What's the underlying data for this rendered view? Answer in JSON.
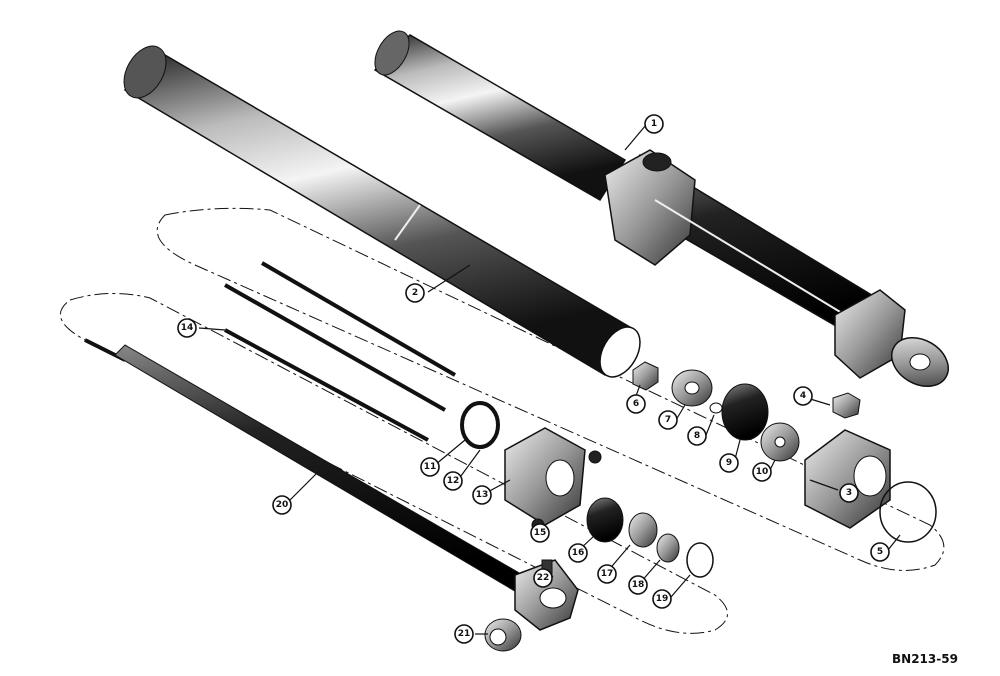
{
  "figure_ref": "BN213-59",
  "callouts": [
    {
      "id": "c1",
      "text": "1"
    },
    {
      "id": "c2",
      "text": "2"
    },
    {
      "id": "c3",
      "text": "3"
    },
    {
      "id": "c4",
      "text": "4"
    },
    {
      "id": "c5",
      "text": "5"
    },
    {
      "id": "c6",
      "text": "6"
    },
    {
      "id": "c7",
      "text": "7"
    },
    {
      "id": "c8",
      "text": "8"
    },
    {
      "id": "c9",
      "text": "9"
    },
    {
      "id": "c10",
      "text": "10"
    },
    {
      "id": "c11",
      "text": "11"
    },
    {
      "id": "c12",
      "text": "12"
    },
    {
      "id": "c13",
      "text": "13"
    },
    {
      "id": "c14",
      "text": "14"
    },
    {
      "id": "c15",
      "text": "15"
    },
    {
      "id": "c16",
      "text": "16"
    },
    {
      "id": "c17",
      "text": "17"
    },
    {
      "id": "c18",
      "text": "18"
    },
    {
      "id": "c19",
      "text": "19"
    },
    {
      "id": "c20",
      "text": "20"
    },
    {
      "id": "c21",
      "text": "21"
    },
    {
      "id": "c22",
      "text": "22"
    }
  ]
}
